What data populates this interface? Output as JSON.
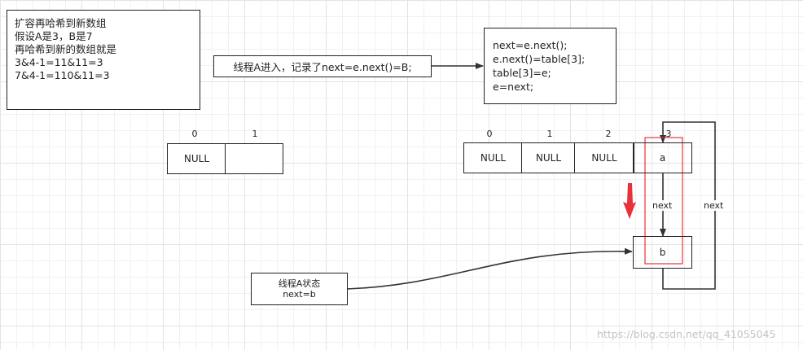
{
  "note_top_left": {
    "lines": [
      "扩容再哈希到新数组",
      "假设A是3，B是7",
      "再哈希到新的数组就是",
      "3&4-1=11&11=3",
      "7&4-1=110&11=3"
    ]
  },
  "thread_a_enter": "线程A进入，记录了next=e.next()=B;",
  "code_box": {
    "lines": [
      "next=e.next();",
      "e.next()=table[3];",
      "table[3]=e;",
      "e=next;"
    ]
  },
  "old_array": {
    "indices": [
      "0",
      "1"
    ],
    "cells": [
      "NULL",
      ""
    ]
  },
  "new_array": {
    "indices": [
      "0",
      "1",
      "2",
      "3"
    ],
    "cells": [
      "NULL",
      "NULL",
      "NULL",
      "a"
    ]
  },
  "node_b": "b",
  "link_labels": {
    "inner": "next",
    "outer": "next"
  },
  "thread_a_state": {
    "line1": "线程A状态",
    "line2": "next=b"
  },
  "watermark": "https://blog.csdn.net/qq_41055045",
  "colors": {
    "highlight": "#e8313a",
    "line": "#333333"
  }
}
